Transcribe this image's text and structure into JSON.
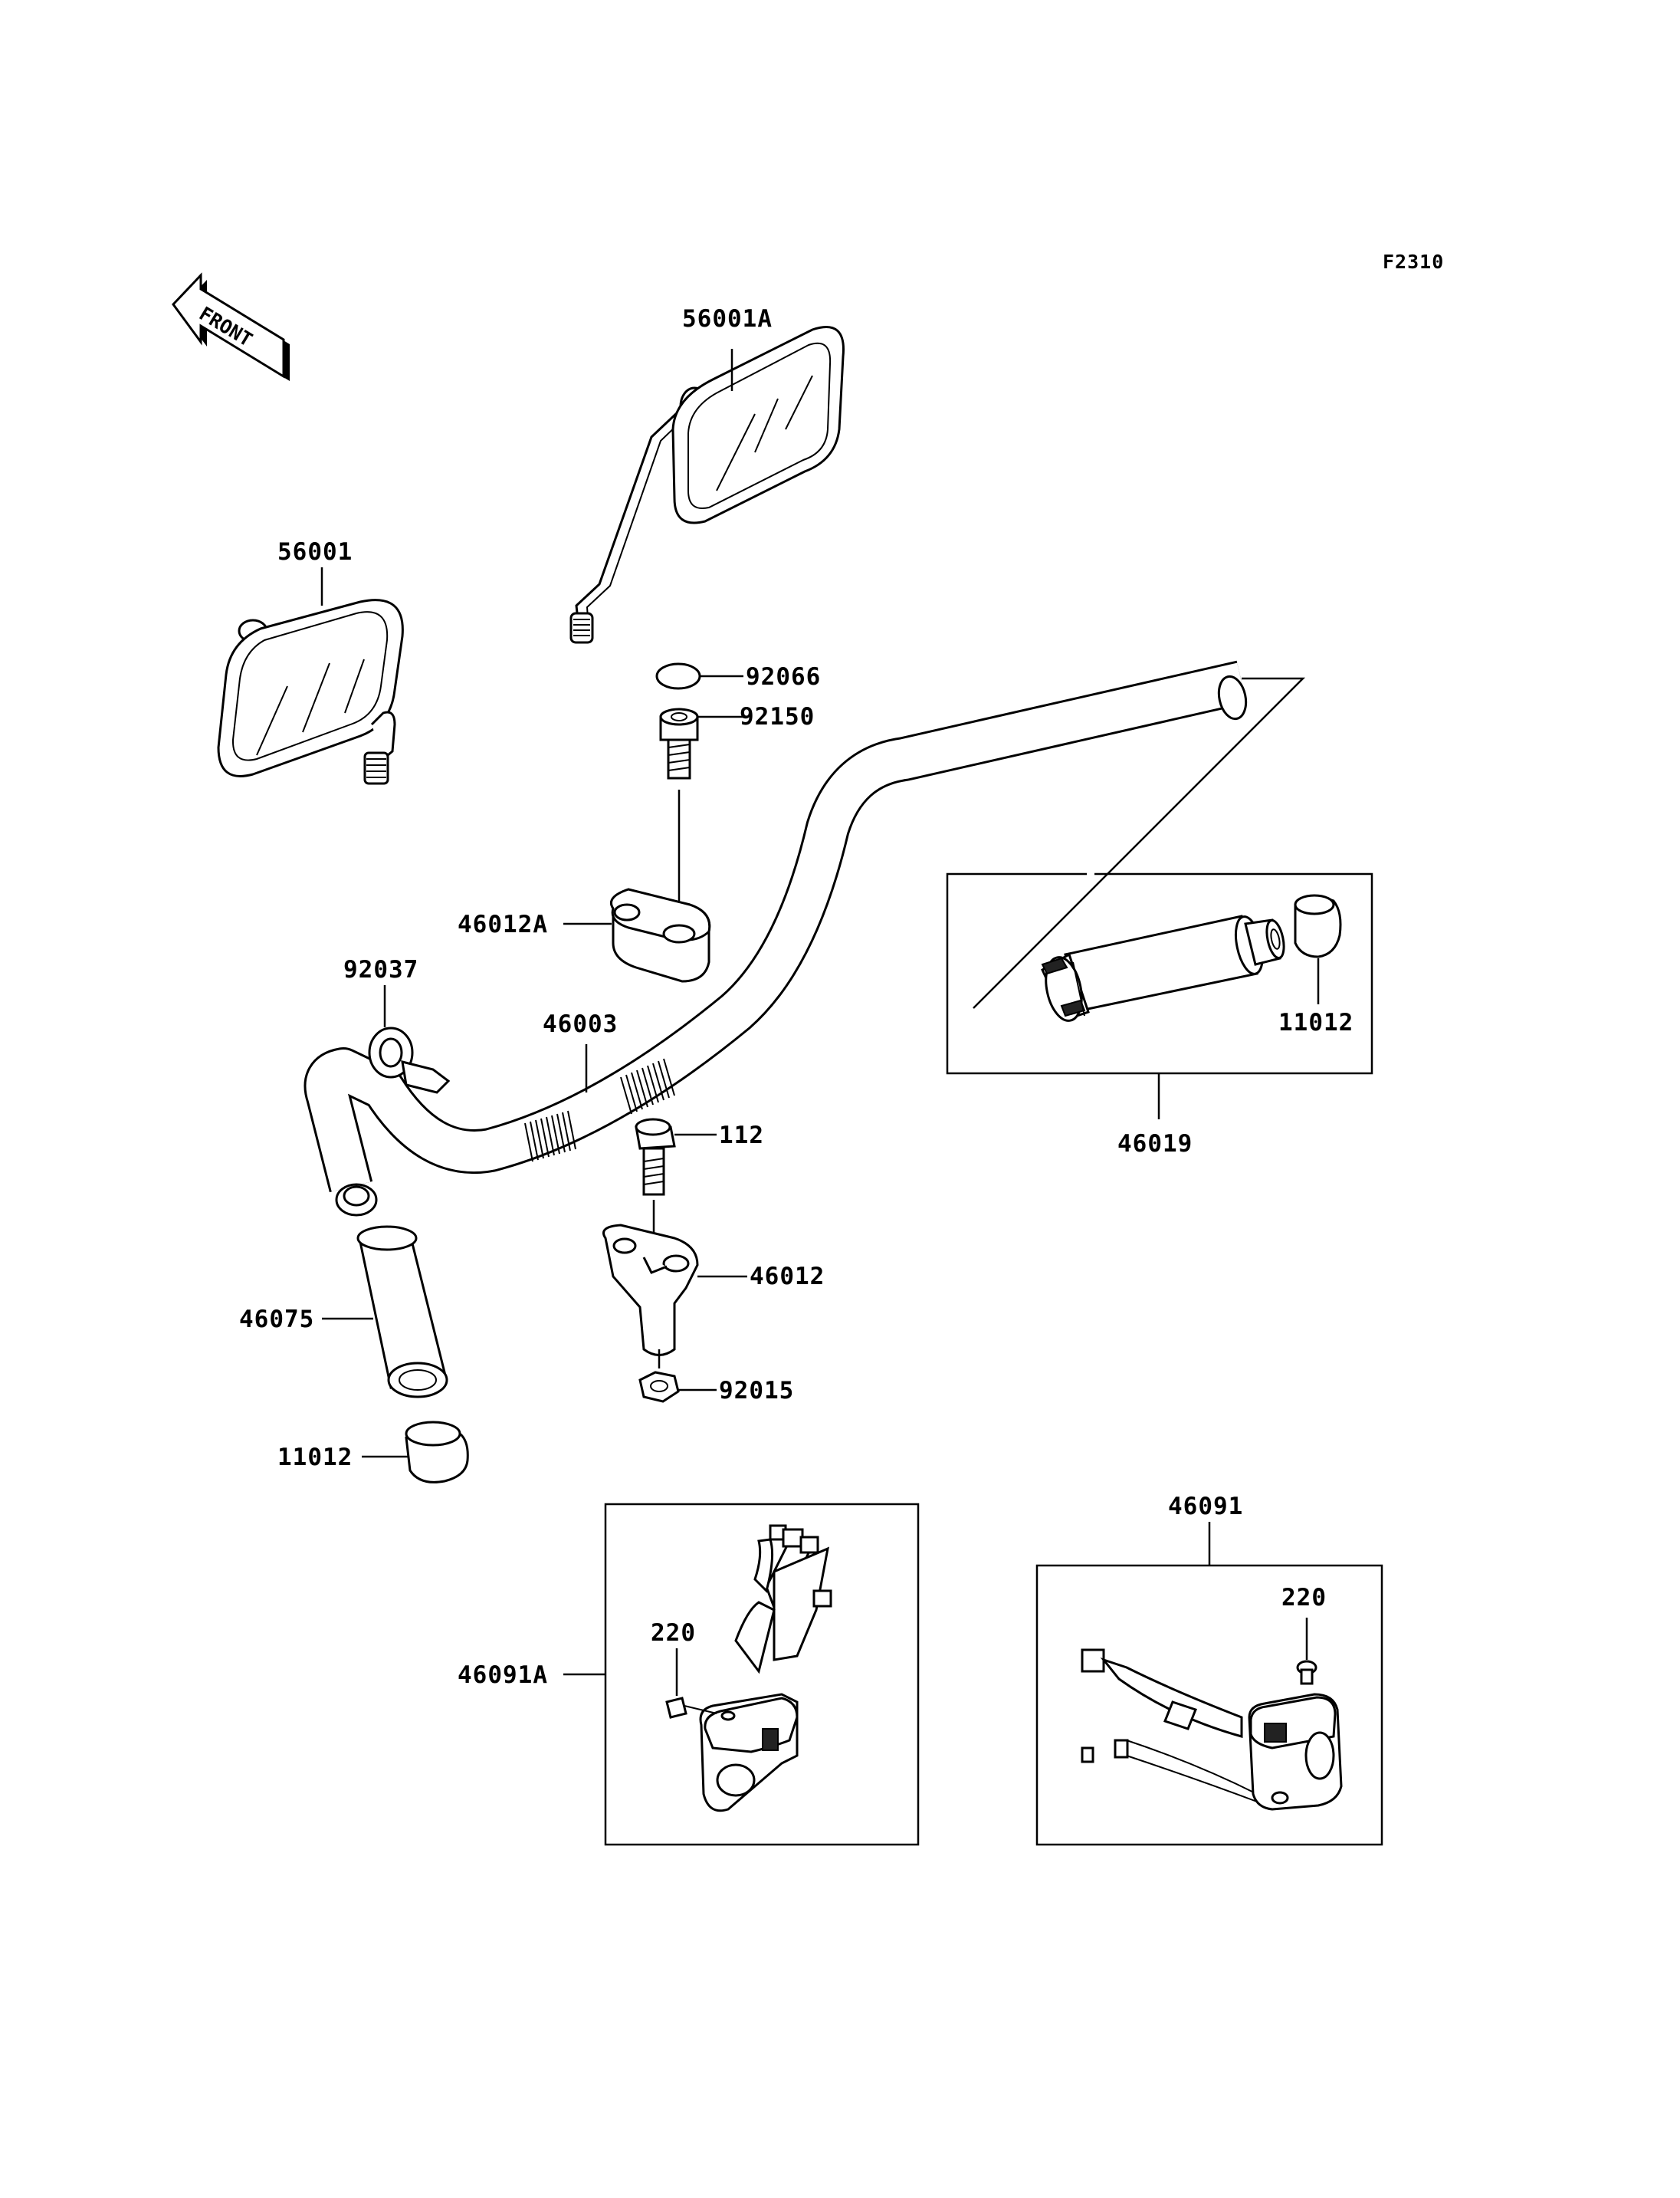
{
  "figure_ref": "F2310",
  "front_arrow": {
    "text": "FRONT"
  },
  "callouts": [
    {
      "id": "mirror-right",
      "number": "56001A"
    },
    {
      "id": "mirror-left",
      "number": "56001"
    },
    {
      "id": "cap",
      "number": "92066"
    },
    {
      "id": "bolt-top",
      "number": "92150"
    },
    {
      "id": "holder-upper",
      "number": "46012A"
    },
    {
      "id": "clamp",
      "number": "92037"
    },
    {
      "id": "handlebar",
      "number": "46003"
    },
    {
      "id": "bolt-mid",
      "number": "112"
    },
    {
      "id": "holder-lower",
      "number": "46012"
    },
    {
      "id": "grip-left",
      "number": "46075"
    },
    {
      "id": "nut",
      "number": "92015"
    },
    {
      "id": "end-weight-left",
      "number": "11012"
    },
    {
      "id": "throttle-grip",
      "number": "46019"
    },
    {
      "id": "end-weight-right",
      "number": "11012"
    },
    {
      "id": "switch-left",
      "number": "46091A"
    },
    {
      "id": "screw-left",
      "number": "220"
    },
    {
      "id": "switch-right",
      "number": "46091"
    },
    {
      "id": "screw-right",
      "number": "220"
    }
  ]
}
